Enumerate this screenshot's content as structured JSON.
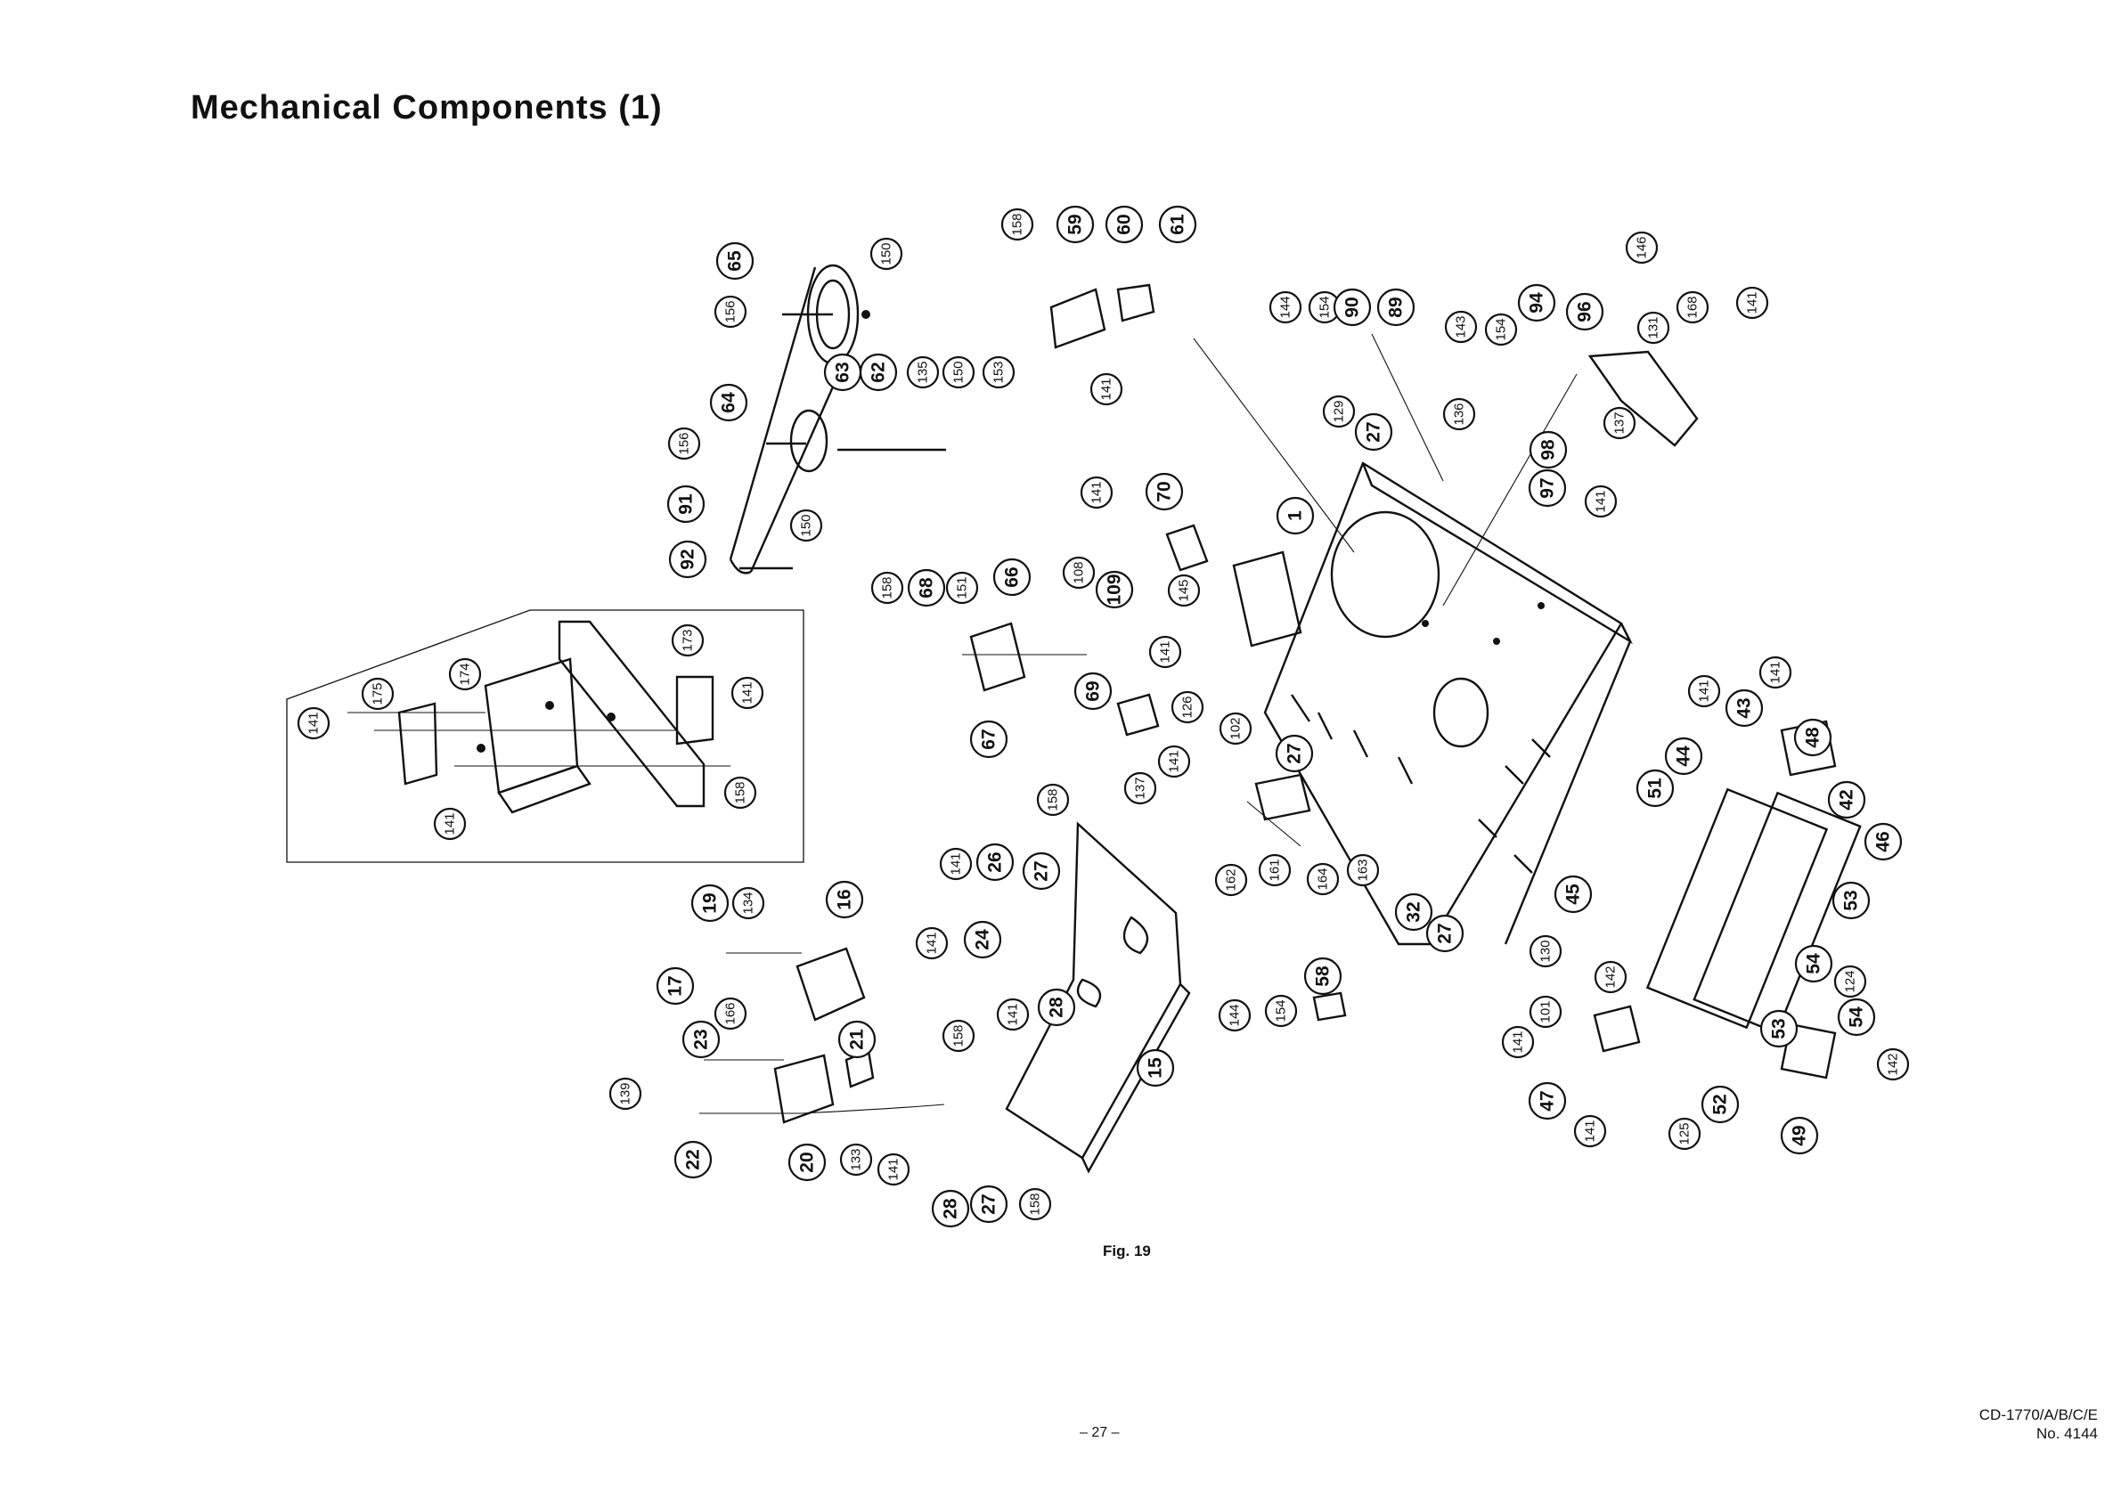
{
  "page": {
    "title": "Mechanical Components (1)",
    "figure_caption": "Fig. 19",
    "page_number": "– 27 –",
    "model": "CD-1770/A/B/C/E",
    "doc_number": "No. 4144"
  },
  "callouts": [
    {
      "label": "65"
    },
    {
      "label": "156"
    },
    {
      "label": "150"
    },
    {
      "label": "158"
    },
    {
      "label": "59"
    },
    {
      "label": "60"
    },
    {
      "label": "61"
    },
    {
      "label": "63"
    },
    {
      "label": "62"
    },
    {
      "label": "135"
    },
    {
      "label": "150"
    },
    {
      "label": "153"
    },
    {
      "label": "64"
    },
    {
      "label": "156"
    },
    {
      "label": "91"
    },
    {
      "label": "92"
    },
    {
      "label": "150"
    },
    {
      "label": "141"
    },
    {
      "label": "144"
    },
    {
      "label": "154"
    },
    {
      "label": "90"
    },
    {
      "label": "89"
    },
    {
      "label": "143"
    },
    {
      "label": "154"
    },
    {
      "label": "94"
    },
    {
      "label": "96"
    },
    {
      "label": "146"
    },
    {
      "label": "131"
    },
    {
      "label": "168"
    },
    {
      "label": "141"
    },
    {
      "label": "129"
    },
    {
      "label": "27"
    },
    {
      "label": "136"
    },
    {
      "label": "137"
    },
    {
      "label": "98"
    },
    {
      "label": "97"
    },
    {
      "label": "141"
    },
    {
      "label": "141"
    },
    {
      "label": "70"
    },
    {
      "label": "1"
    },
    {
      "label": "108"
    },
    {
      "label": "109"
    },
    {
      "label": "145"
    },
    {
      "label": "158"
    },
    {
      "label": "68"
    },
    {
      "label": "151"
    },
    {
      "label": "66"
    },
    {
      "label": "141"
    },
    {
      "label": "69"
    },
    {
      "label": "126"
    },
    {
      "label": "102"
    },
    {
      "label": "67"
    },
    {
      "label": "27"
    },
    {
      "label": "141"
    },
    {
      "label": "137"
    },
    {
      "label": "162"
    },
    {
      "label": "161"
    },
    {
      "label": "164"
    },
    {
      "label": "163"
    },
    {
      "label": "32"
    },
    {
      "label": "27"
    },
    {
      "label": "141"
    },
    {
      "label": "175"
    },
    {
      "label": "174"
    },
    {
      "label": "173"
    },
    {
      "label": "141"
    },
    {
      "label": "141"
    },
    {
      "label": "158"
    },
    {
      "label": "158"
    },
    {
      "label": "141"
    },
    {
      "label": "26"
    },
    {
      "label": "27"
    },
    {
      "label": "19"
    },
    {
      "label": "134"
    },
    {
      "label": "16"
    },
    {
      "label": "141"
    },
    {
      "label": "24"
    },
    {
      "label": "17"
    },
    {
      "label": "166"
    },
    {
      "label": "23"
    },
    {
      "label": "21"
    },
    {
      "label": "158"
    },
    {
      "label": "141"
    },
    {
      "label": "28"
    },
    {
      "label": "15"
    },
    {
      "label": "139"
    },
    {
      "label": "22"
    },
    {
      "label": "20"
    },
    {
      "label": "133"
    },
    {
      "label": "141"
    },
    {
      "label": "28"
    },
    {
      "label": "27"
    },
    {
      "label": "158"
    },
    {
      "label": "144"
    },
    {
      "label": "154"
    },
    {
      "label": "58"
    },
    {
      "label": "141"
    },
    {
      "label": "43"
    },
    {
      "label": "141"
    },
    {
      "label": "48"
    },
    {
      "label": "51"
    },
    {
      "label": "44"
    },
    {
      "label": "42"
    },
    {
      "label": "46"
    },
    {
      "label": "45"
    },
    {
      "label": "53"
    },
    {
      "label": "130"
    },
    {
      "label": "142"
    },
    {
      "label": "101"
    },
    {
      "label": "54"
    },
    {
      "label": "124"
    },
    {
      "label": "54"
    },
    {
      "label": "141"
    },
    {
      "label": "53"
    },
    {
      "label": "47"
    },
    {
      "label": "142"
    },
    {
      "label": "52"
    },
    {
      "label": "141"
    },
    {
      "label": "125"
    },
    {
      "label": "49"
    }
  ]
}
